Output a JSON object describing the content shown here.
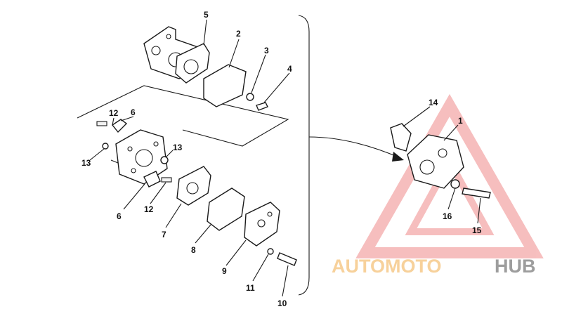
{
  "callouts": [
    {
      "id": "5",
      "text": "5"
    },
    {
      "id": "2",
      "text": "2"
    },
    {
      "id": "3",
      "text": "3"
    },
    {
      "id": "4",
      "text": "4"
    },
    {
      "id": "12a",
      "text": "12"
    },
    {
      "id": "6a",
      "text": "6"
    },
    {
      "id": "13a",
      "text": "13"
    },
    {
      "id": "13b",
      "text": "13"
    },
    {
      "id": "6b",
      "text": "6"
    },
    {
      "id": "12b",
      "text": "12"
    },
    {
      "id": "7",
      "text": "7"
    },
    {
      "id": "8",
      "text": "8"
    },
    {
      "id": "9",
      "text": "9"
    },
    {
      "id": "11",
      "text": "11"
    },
    {
      "id": "10",
      "text": "10"
    },
    {
      "id": "14",
      "text": "14"
    },
    {
      "id": "1",
      "text": "1"
    },
    {
      "id": "16",
      "text": "16"
    },
    {
      "id": "15",
      "text": "15"
    }
  ],
  "watermark": {
    "word_part1": "AUTOMOTO",
    "word_part2": "HUB",
    "color_primary": "#f08a8a",
    "color_accent": "#f6c98a",
    "color_secondary": "#8c8c8c"
  }
}
